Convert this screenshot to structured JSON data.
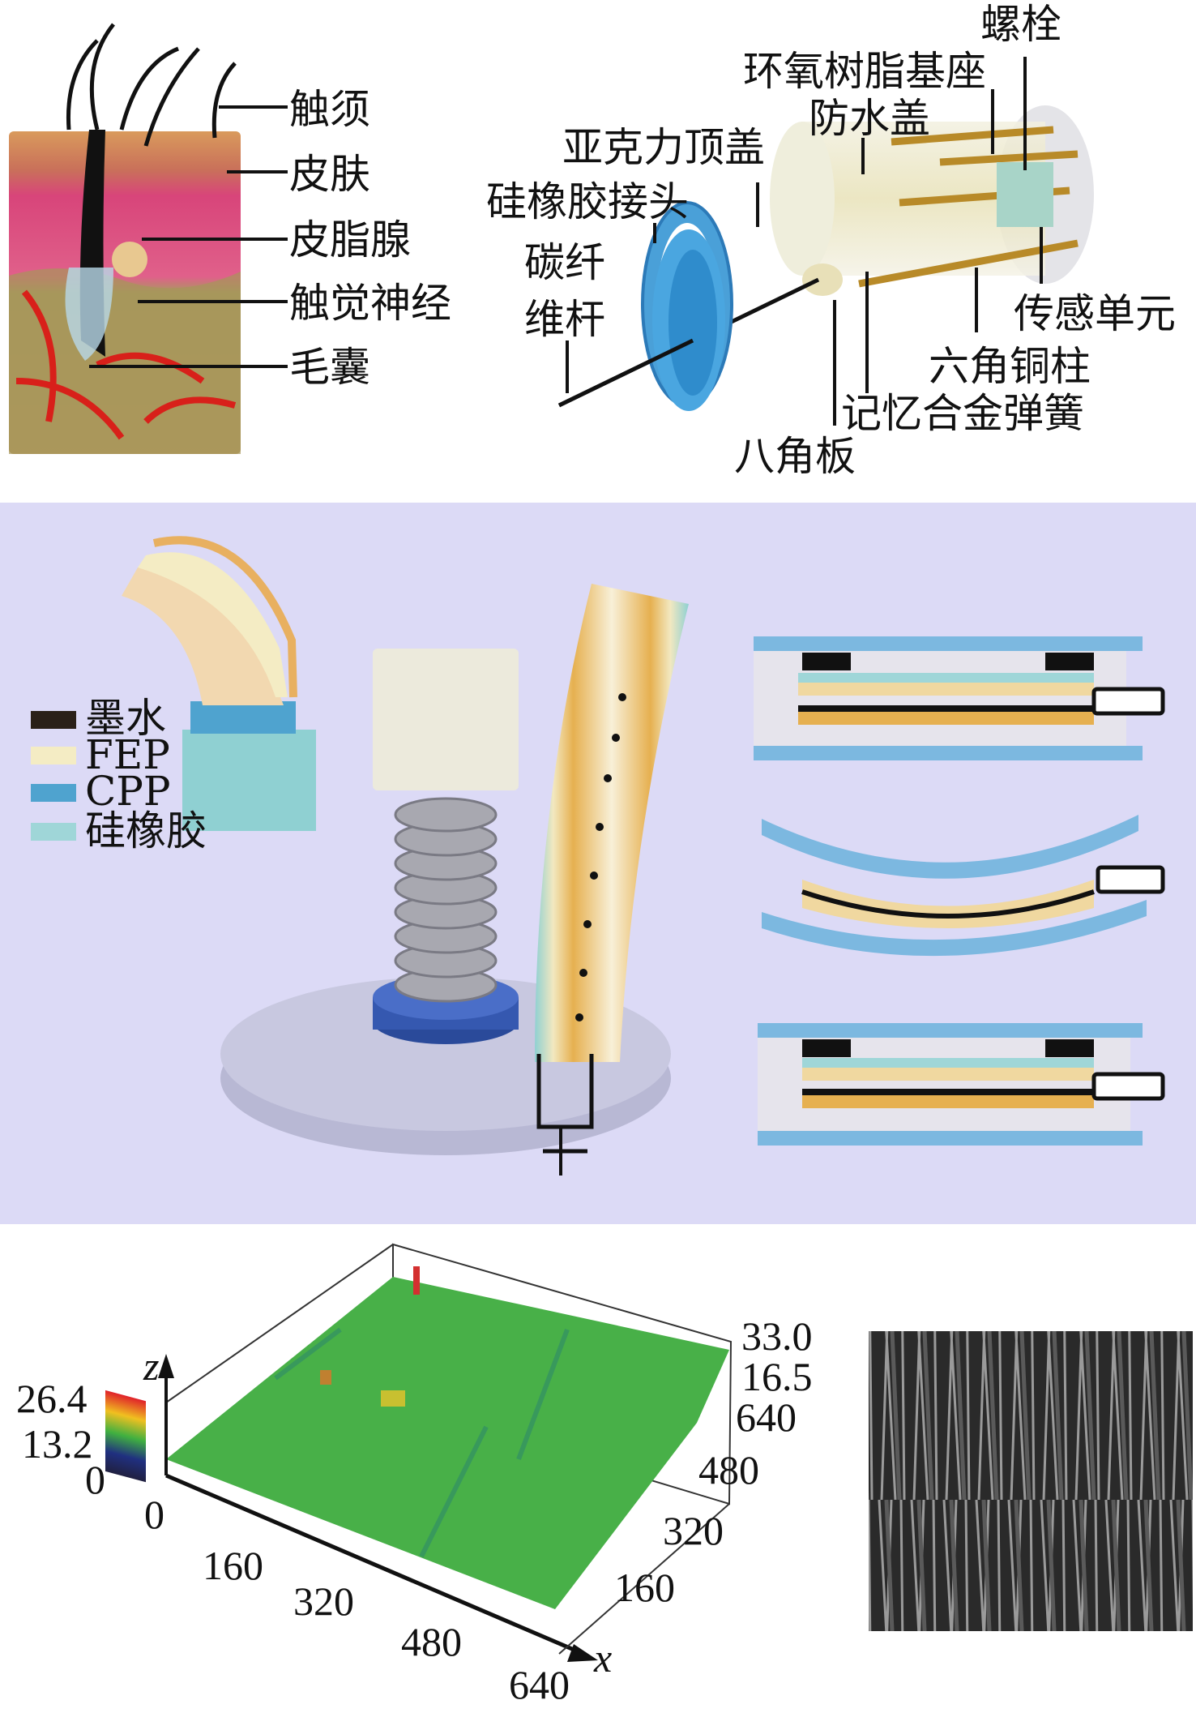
{
  "panel_a": {
    "skin_labels": [
      "触须",
      "皮肤",
      "皮脂腺",
      "触觉神经",
      "毛囊"
    ],
    "sensor_labels": {
      "bolt": "螺栓",
      "epoxy_base": "环氧树脂基座",
      "waterproof_cover": "防水盖",
      "acrylic_top_cover": "亚克力顶盖",
      "silicone_joint": "硅橡胶接头",
      "carbon_rod_line1": "碳纤",
      "carbon_rod_line2": "维杆",
      "sensing_unit": "传感单元",
      "hex_copper_pillar": "六角铜柱",
      "sma_spring": "记忆合金弹簧",
      "octagonal_plate": "八角板"
    }
  },
  "panel_b": {
    "legend": [
      {
        "label": "墨水",
        "color": "#2a2018"
      },
      {
        "label": "FEP",
        "color": "#f4ecc4"
      },
      {
        "label": "CPP",
        "color": "#4fa3cf"
      },
      {
        "label": "硅橡胶",
        "color": "#9fd6d8"
      }
    ],
    "background": "#dcdaf6"
  },
  "panel_c": {
    "colorbar_ticks": [
      "26.4",
      "13.2",
      "0"
    ],
    "z_axis_label": "z",
    "x_axis_label": "x",
    "z_ticks": [
      "33.0",
      "16.5"
    ],
    "x_ticks": [
      "0",
      "160",
      "320",
      "480",
      "640"
    ],
    "y_ticks": [
      "160",
      "320",
      "480",
      "640"
    ]
  }
}
